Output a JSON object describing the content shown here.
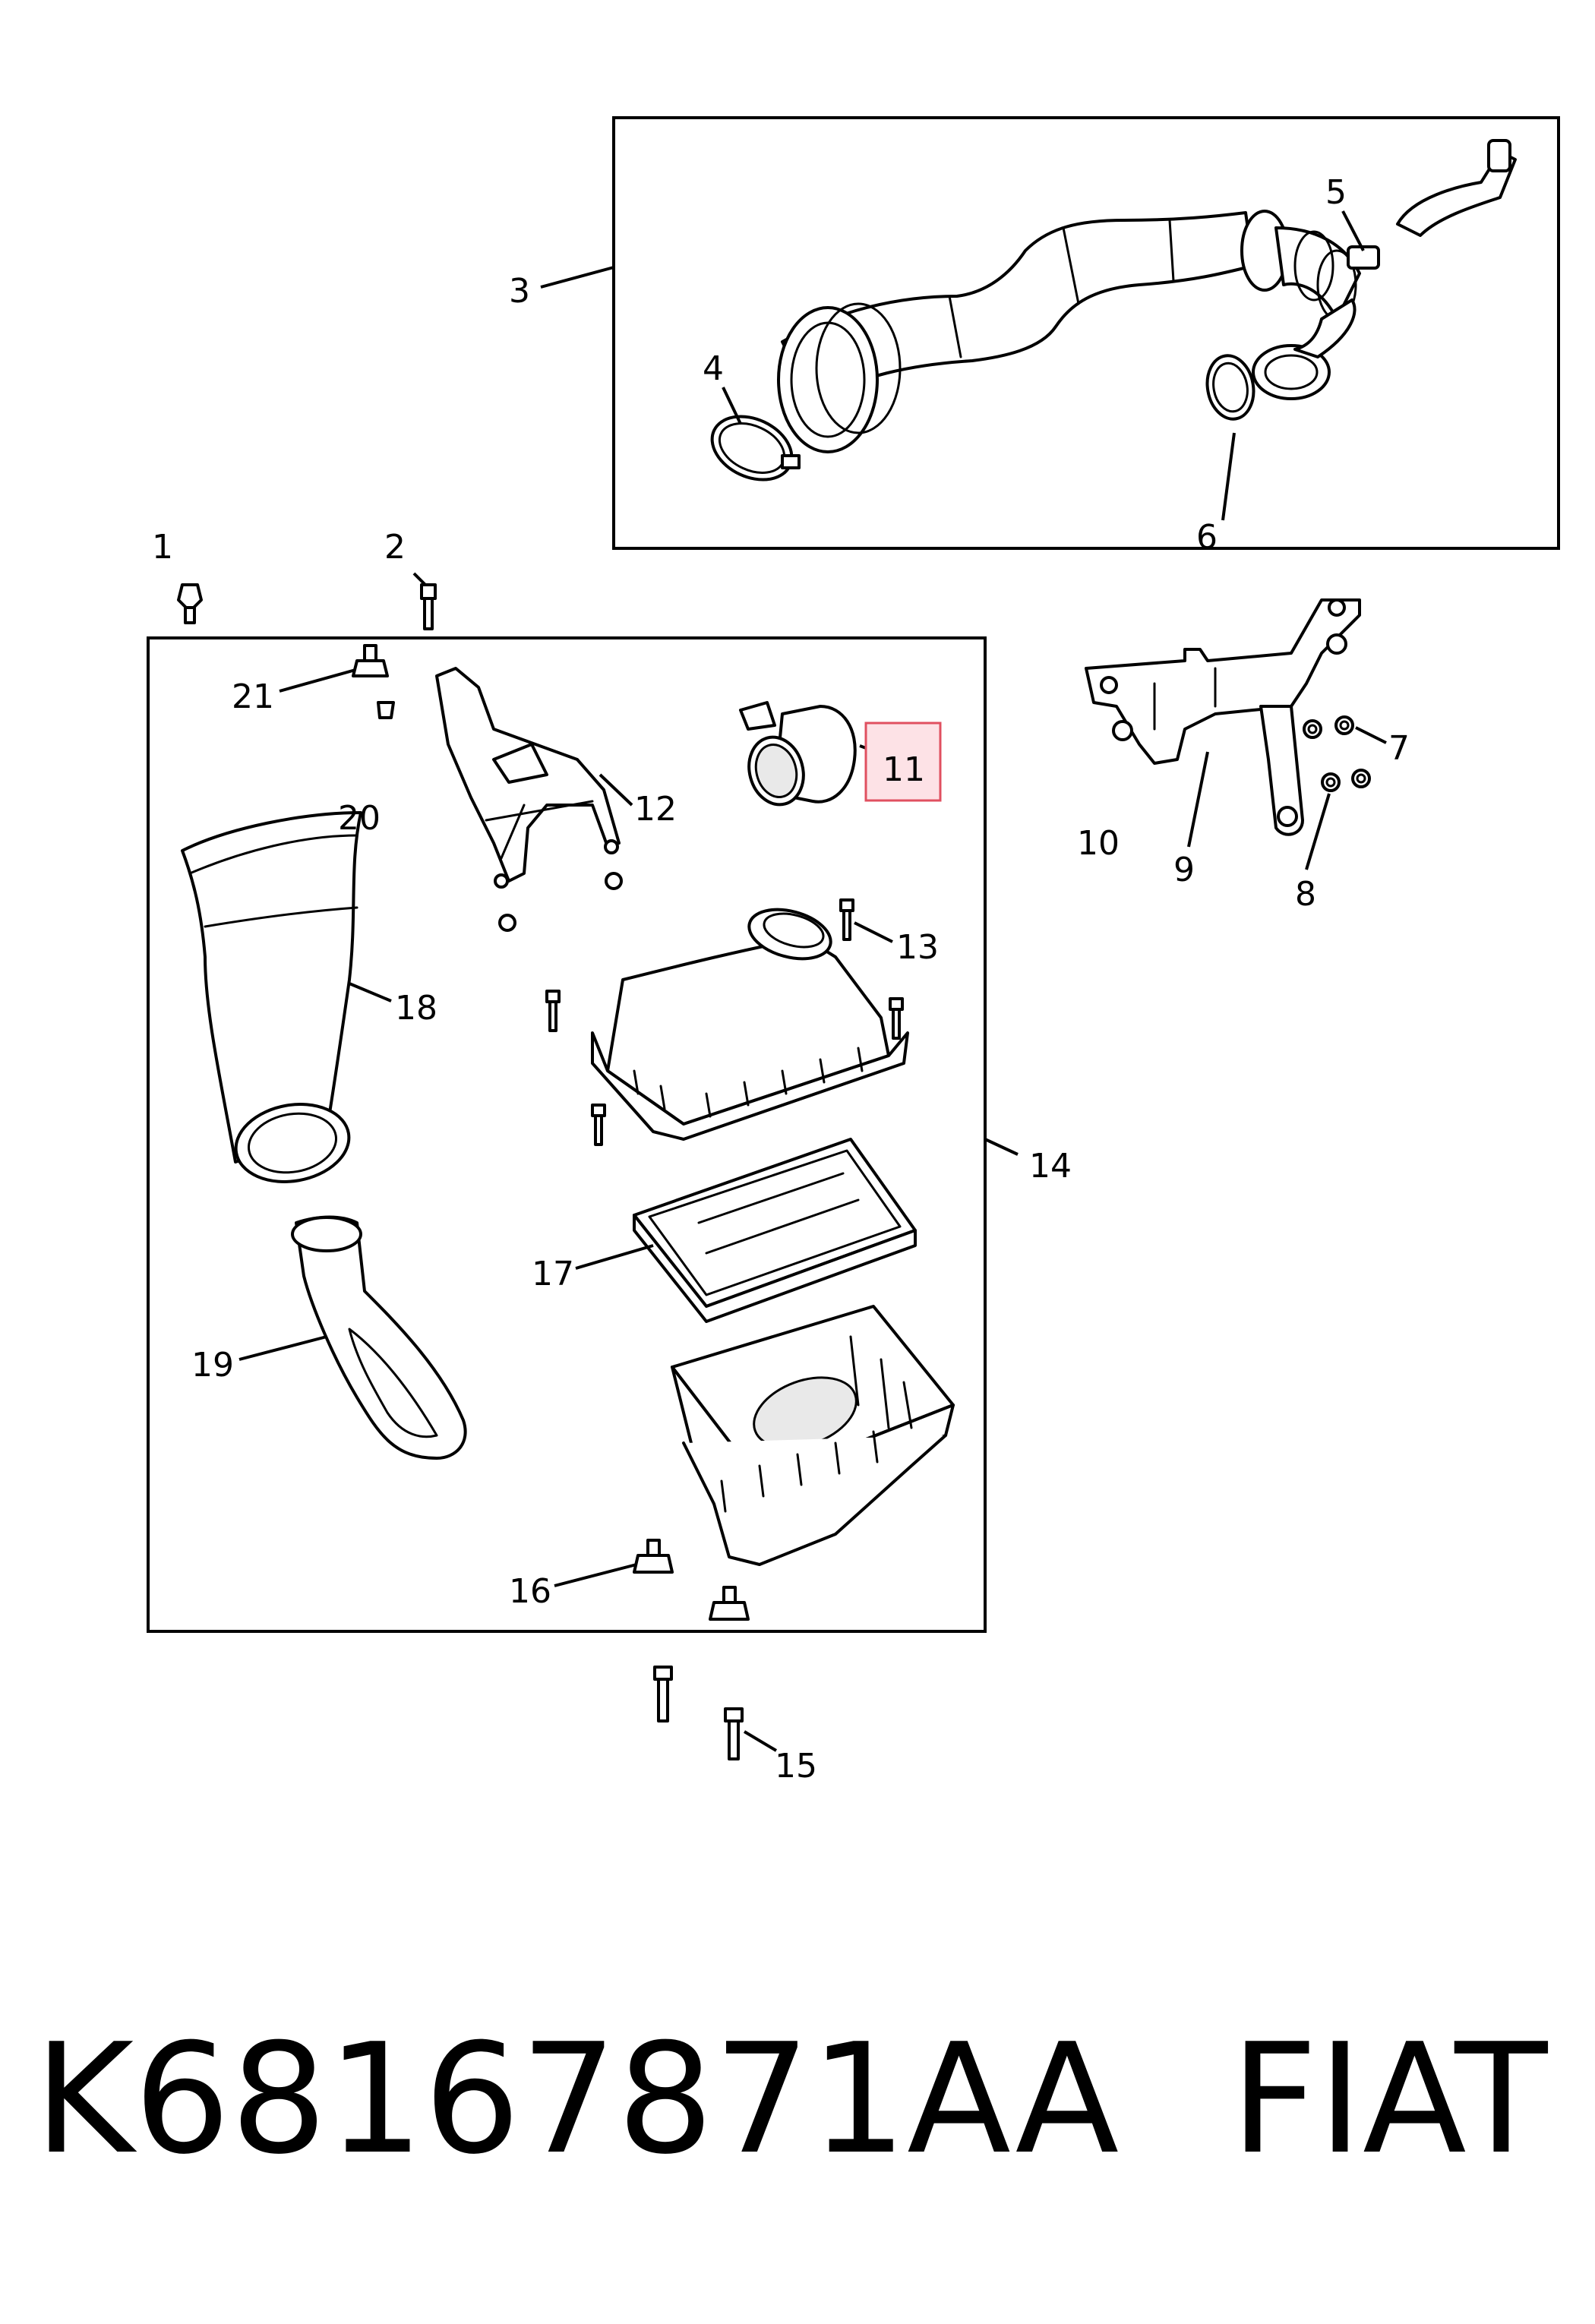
{
  "callouts": [
    "1",
    "2",
    "3",
    "4",
    "5",
    "6",
    "7",
    "8",
    "9",
    "10",
    "11",
    "12",
    "13",
    "14",
    "15",
    "16",
    "17",
    "18",
    "19",
    "20",
    "21"
  ],
  "highlighted_callout": "11",
  "part_number": "K68167871AA",
  "brand": "FIAT",
  "colors": {
    "highlight_fill": "#fde2e6",
    "highlight_stroke": "#e05060",
    "line": "#000000"
  }
}
